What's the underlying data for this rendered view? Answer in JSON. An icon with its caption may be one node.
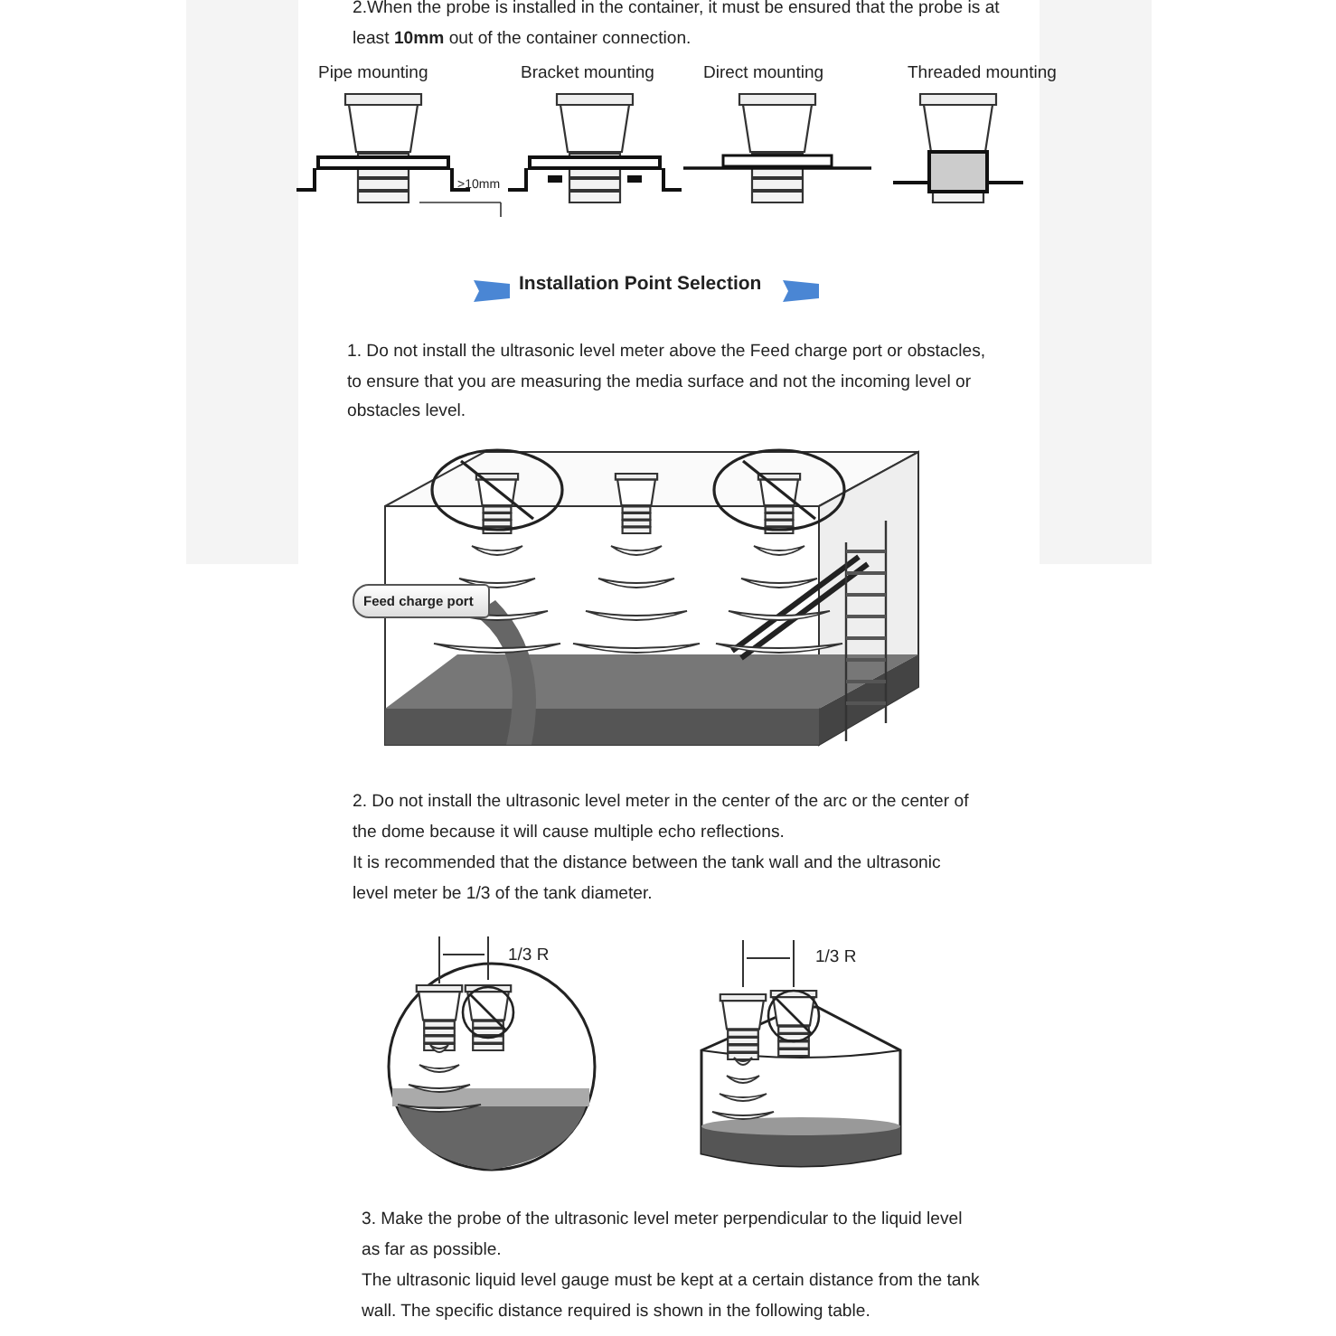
{
  "diagram": {
    "nodes": [
      {
        "text": [
          "Feed charge port"
        ]
      }
    ],
    "labels": [
      "2.When the probe is installed in the container, it must be ensured that the probe is at least **10mm** out of the container connection.",
      "Pipe mounting",
      "Bracket mounting",
      "Direct mounting",
      "Threaded mounting",
      ">10mm",
      "Installation Point Selection",
      "1. Do not install the ultrasonic level meter above the Feed charge port or obstacles, to ensure that you are measuring the media surface and not the incoming level or obstacles level.",
      "2. Do not install the ultrasonic level meter in the center of the arc or the center of the dome because it will cause multiple echo reflections.",
      "It is recommended that the distance between the tank wall and the ultrasonic level meter be 1/3 of the tank diameter.",
      "1/3 R",
      "1/3 R",
      "3. Make the probe of the ultrasonic level meter perpendicular to the liquid level as far as possible.",
      "The ultrasonic liquid level gauge must be kept at a certain distance from the tank wall. The specific distance required is shown in the following table."
    ]
  }
}
